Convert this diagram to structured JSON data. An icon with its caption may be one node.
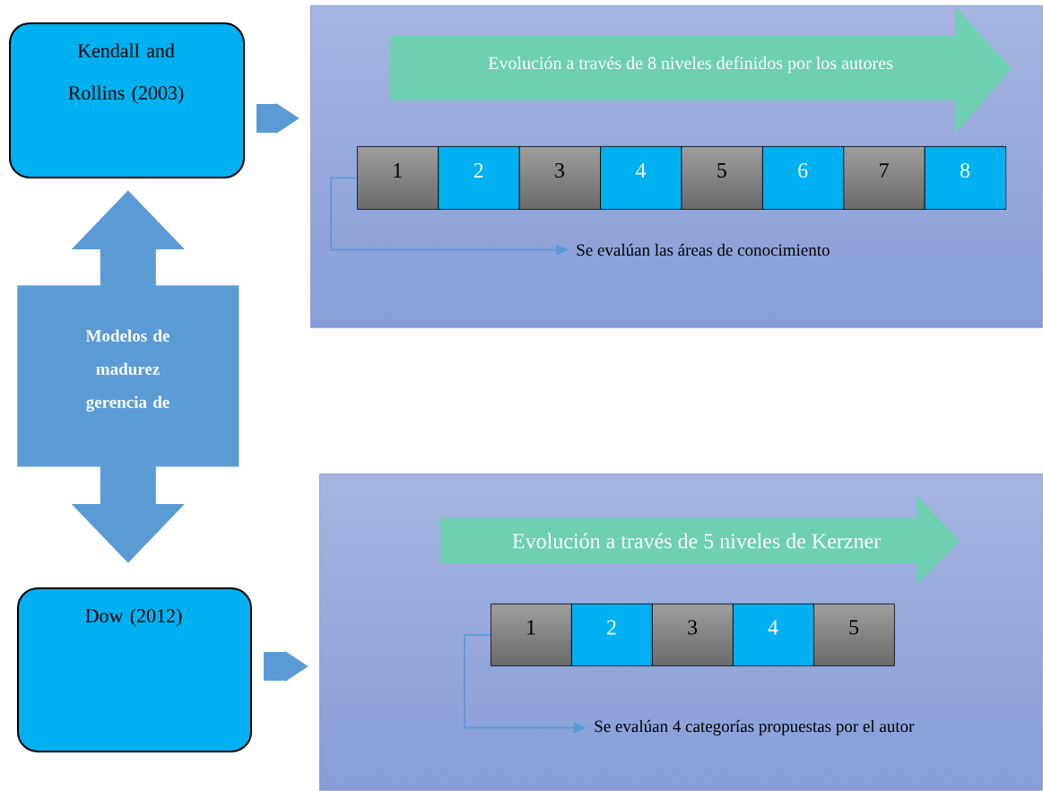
{
  "diagram": {
    "nodes": [
      {
        "text": [
          "Kendall and Rollins (2003)"
        ]
      },
      {
        "text": [],
        "shape": "box"
      },
      {
        "text": [
          "Evolución a través de 8 niveles definidos por los autores"
        ],
        "in": 1
      },
      {
        "text": [
          "1"
        ],
        "in": 1
      },
      {
        "text": [
          "2"
        ],
        "in": 1
      },
      {
        "text": [
          "3"
        ],
        "in": 1
      },
      {
        "text": [
          "4"
        ],
        "in": 1
      },
      {
        "text": [
          "5"
        ],
        "in": 1
      },
      {
        "text": [
          "6"
        ],
        "in": 1
      },
      {
        "text": [
          "7"
        ],
        "in": 1
      },
      {
        "text": [
          "8"
        ],
        "in": 1
      },
      {
        "text": [
          "Se evalúan las áreas de conocimiento"
        ],
        "in": 1
      },
      {
        "text": [
          "Modelos de madurez gerencia de"
        ]
      },
      {
        "text": [
          "Dow (2012)"
        ]
      },
      {
        "text": [],
        "shape": "box"
      },
      {
        "text": [
          "Evolución a través de 5 niveles de Kerzner"
        ],
        "in": 14
      },
      {
        "text": [
          "1"
        ],
        "in": 14
      },
      {
        "text": [
          "2"
        ],
        "in": 14
      },
      {
        "text": [
          "3"
        ],
        "in": 14
      },
      {
        "text": [
          "4"
        ],
        "in": 14
      },
      {
        "text": [
          "5"
        ],
        "in": 14
      },
      {
        "text": [
          "Se evalúan 4 categorías propuestas por el autor"
        ],
        "in": 14
      }
    ],
    "edges": [
      {
        "from": 0,
        "to": 1,
        "arrow": "to"
      },
      {
        "from": 12,
        "to": 0,
        "arrow": "to",
        "style": "thick"
      },
      {
        "from": 12,
        "to": 13,
        "arrow": "to",
        "style": "thick"
      },
      {
        "from": 13,
        "to": 14,
        "arrow": "to"
      },
      {
        "from": 3,
        "to": 11,
        "arrow": "to"
      },
      {
        "from": 16,
        "to": 21,
        "arrow": "to"
      }
    ]
  }
}
